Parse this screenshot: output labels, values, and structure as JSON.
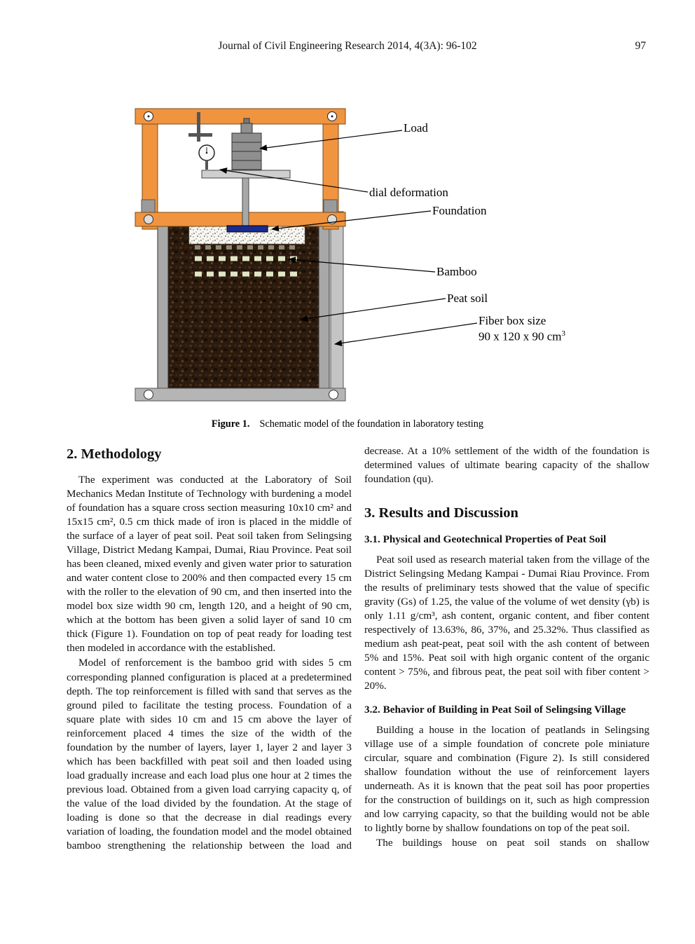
{
  "header": {
    "journal": "Journal of Civil Engineering Research 2014, 4(3A): 96-102",
    "page_number": "97"
  },
  "figure": {
    "labels": {
      "load": "Load",
      "dial": "dial deformation",
      "foundation": "Foundation",
      "bamboo": "Bamboo",
      "peat_soil": "Peat soil",
      "fiber_box_line1": "Fiber box size",
      "fiber_box_line2": "90 x 120 x 90 cm",
      "fiber_box_sup": "3"
    },
    "caption": {
      "label": "Figure 1.",
      "text": "Schematic model of the foundation in laboratory testing"
    }
  },
  "left_column": {
    "heading": "2. Methodology",
    "para1": "The experiment was conducted at the Laboratory of Soil Mechanics Medan Institute of Technology with burdening a model of foundation has a square cross section measuring 10x10 cm² and 15x15 cm², 0.5 cm thick made of iron is placed in the middle of the surface of a layer of peat soil. Peat soil taken from Selingsing Village, District Medang Kampai, Dumai, Riau Province. Peat soil has been cleaned, mixed evenly and given water prior to saturation and water content close to 200% and then compacted every 15 cm with the roller to the elevation of 90 cm, and then inserted into the model box size width 90 cm, length 120, and a height of 90 cm, which at the bottom has been given a solid layer of sand 10 cm thick (Figure 1). Foundation on top of peat ready for loading test then modeled in accordance with the established.",
    "para2": "Model of renforcement is the bamboo grid with sides 5 cm corresponding planned configuration is placed at a predetermined depth. The top reinforcement is filled with sand that serves as the ground piled to facilitate the testing process. Foundation of a square plate with sides 10 cm and 15 cm above the layer of reinforcement placed 4 times the size of the width of the foundation by the number of layers, layer 1, layer 2 and layer 3 which has been backfilled with peat soil and then loaded using load gradually increase and each load plus one hour at 2 times the previous load. Obtained from a given load carrying capacity q, of the value of the load divided by the foundation. At the stage of loading is done so that the decrease in dial readings every variation of loading, the foundation model and the model obtained bamboo strengthening the relationship between the load and"
  },
  "right_column": {
    "para0": "decrease. At a 10% settlement of the width of the foundation is determined values of ultimate bearing capacity of the shallow foundation (qu).",
    "heading": "3. Results and Discussion",
    "sub1": "3.1. Physical and Geotechnical Properties of Peat Soil",
    "para1": "Peat soil used as research material taken from the village of the District Selingsing Medang Kampai - Dumai Riau Province. From the results of preliminary tests showed that the value of specific gravity (Gs) of 1.25, the value of the volume of wet density (γb) is only 1.11 g/cm³, ash content, organic content, and fiber content respectively of 13.63%, 86, 37%, and 25.32%. Thus classified as medium ash peat-peat, peat soil with the ash content of between 5% and 15%. Peat soil with high organic content of the organic content > 75%, and fibrous peat, the peat soil with fiber content > 20%.",
    "sub2": "3.2. Behavior of Building in Peat Soil of Selingsing Village",
    "para2": "Building a house in the location of peatlands in Selingsing village use of a simple foundation of concrete pole miniature circular, square and combination (Figure 2). Is still considered shallow foundation without the use of reinforcement layers underneath. As it is known that the peat soil has poor properties for the construction of buildings on it, such as high compression and low carrying capacity, so that the building would not be able to lightly borne by shallow foundations on top of the peat soil.",
    "para3": "The buildings house on peat soil stands on shallow"
  }
}
